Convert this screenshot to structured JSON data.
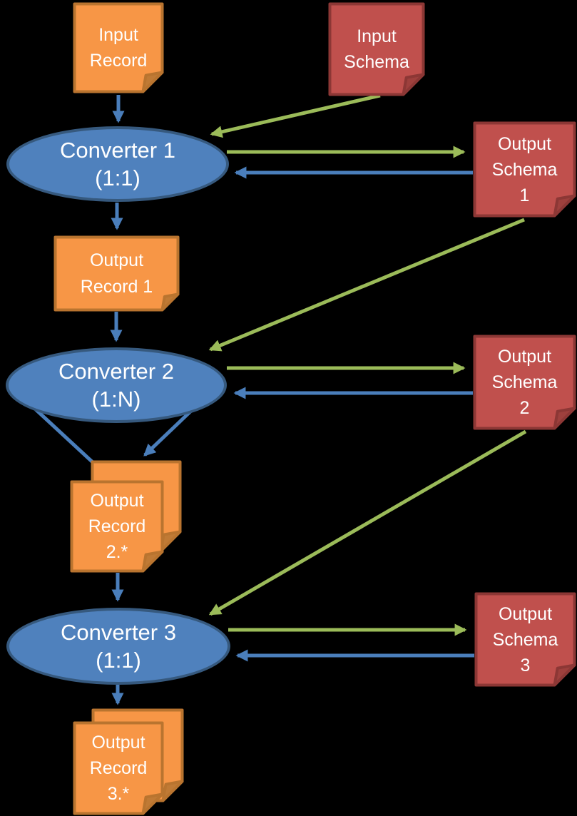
{
  "title": "Record conversion pipeline diagram",
  "colors": {
    "background": "#000000",
    "record_note_fill": "#F79646",
    "record_note_border": "#B9742F",
    "schema_note_fill": "#C0504D",
    "schema_note_border": "#8C3735",
    "converter_fill": "#4F81BD",
    "converter_border": "#36597E",
    "arrow_blue": "#4A7EBB",
    "arrow_green": "#9BBB59"
  },
  "nodes": {
    "input_record": {
      "line1": "Input",
      "line2": "Record"
    },
    "input_schema": {
      "line1": "Input",
      "line2": "Schema"
    },
    "converter1": {
      "line1": "Converter 1",
      "line2": "(1:1)"
    },
    "output_schema_1": {
      "line1": "Output",
      "line2": "Schema",
      "line3": "1"
    },
    "output_record_1": {
      "line1": "Output",
      "line2": "Record 1"
    },
    "converter2": {
      "line1": "Converter 2",
      "line2": "(1:N)"
    },
    "output_schema_2": {
      "line1": "Output",
      "line2": "Schema",
      "line3": "2"
    },
    "output_record_2": {
      "line1": "Output",
      "line2": "Record",
      "line3": "2.*"
    },
    "converter3": {
      "line1": "Converter 3",
      "line2": "(1:1)"
    },
    "output_schema_3": {
      "line1": "Output",
      "line2": "Schema",
      "line3": "3"
    },
    "output_record_3": {
      "line1": "Output",
      "line2": "Record",
      "line3": "3.*"
    }
  },
  "edges": [
    {
      "from": "Input Record",
      "to": "Converter 1",
      "color": "blue"
    },
    {
      "from": "Input Schema",
      "to": "Converter 1",
      "color": "green"
    },
    {
      "from": "Converter 1",
      "to": "Output Schema 1",
      "color": "green"
    },
    {
      "from": "Output Schema 1",
      "to": "Converter 1",
      "color": "blue"
    },
    {
      "from": "Converter 1",
      "to": "Output Record 1",
      "color": "blue"
    },
    {
      "from": "Output Record 1",
      "to": "Converter 2",
      "color": "blue"
    },
    {
      "from": "Output Schema 1",
      "to": "Converter 2",
      "color": "green"
    },
    {
      "from": "Converter 2",
      "to": "Output Schema 2",
      "color": "green"
    },
    {
      "from": "Output Schema 2",
      "to": "Converter 2",
      "color": "blue"
    },
    {
      "from": "Converter 2",
      "to": "Output Record 2.*",
      "color": "blue"
    },
    {
      "from": "Converter 2",
      "to": "Output Record 2.*",
      "color": "blue"
    },
    {
      "from": "Output Record 2.*",
      "to": "Converter 3",
      "color": "blue"
    },
    {
      "from": "Output Schema 2",
      "to": "Converter 3",
      "color": "green"
    },
    {
      "from": "Converter 3",
      "to": "Output Schema 3",
      "color": "green"
    },
    {
      "from": "Output Schema 3",
      "to": "Converter 3",
      "color": "blue"
    },
    {
      "from": "Converter 3",
      "to": "Output Record 3.*",
      "color": "blue"
    }
  ]
}
